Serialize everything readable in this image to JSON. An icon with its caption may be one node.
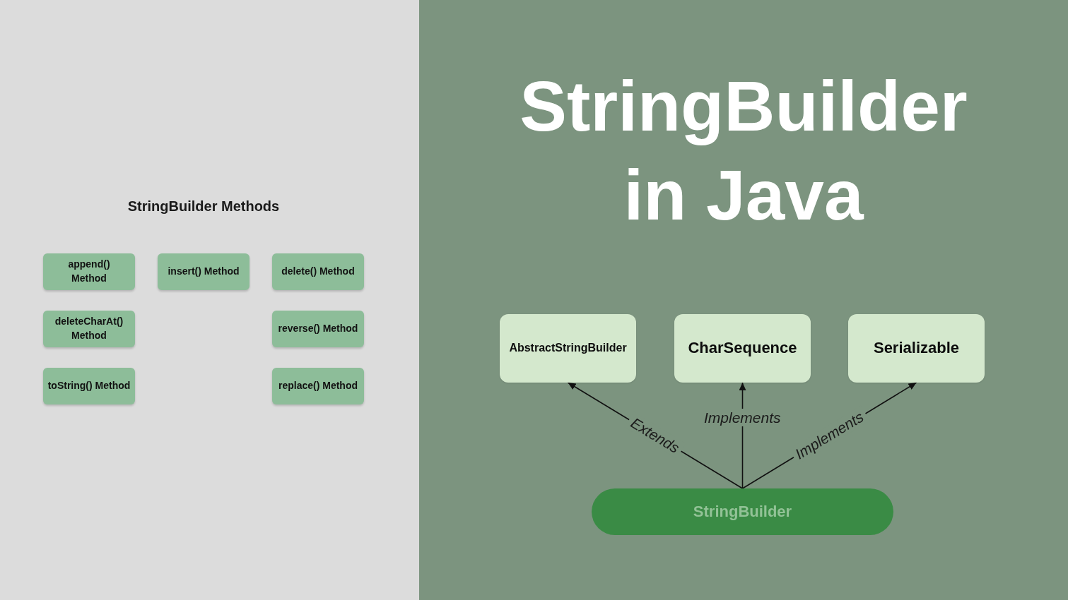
{
  "diagram": {
    "title": "StringBuilder in Java",
    "nodes": [
      {
        "text": [
          "append() Method"
        ]
      },
      {
        "text": [
          "insert() Method"
        ]
      },
      {
        "text": [
          "delete() Method"
        ]
      },
      {
        "text": [
          "deleteCharAt() Method"
        ]
      },
      {
        "text": [
          "reverse() Method"
        ]
      },
      {
        "text": [
          "toString() Method"
        ]
      },
      {
        "text": [
          "replace() Method"
        ]
      },
      {
        "text": [
          "AbstractStringBuilder"
        ]
      },
      {
        "text": [
          "CharSequence"
        ]
      },
      {
        "text": [
          "Serializable"
        ]
      },
      {
        "text": [
          "StringBuilder"
        ]
      }
    ],
    "edges": [
      {
        "from": 10,
        "to": 7,
        "arrow": "to",
        "label": "Extends"
      },
      {
        "from": 10,
        "to": 8,
        "arrow": "to",
        "label": "Implements"
      },
      {
        "from": 10,
        "to": 9,
        "arrow": "to",
        "label": "Implements"
      }
    ],
    "labels": [
      "StringBuilder Methods"
    ]
  }
}
